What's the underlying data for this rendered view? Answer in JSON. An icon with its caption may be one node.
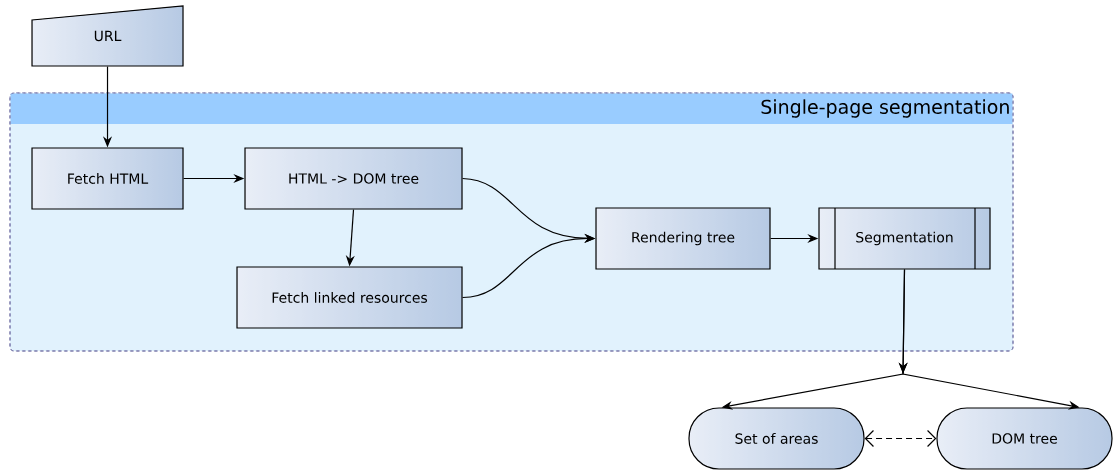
{
  "diagram": {
    "nodes": [
      {
        "text": [
          "URL"
        ]
      },
      {
        "text": [
          "Single-page segmentation"
        ]
      },
      {
        "text": [
          "Fetch HTML"
        ],
        "in": 1
      },
      {
        "text": [
          "HTML -> DOM tree"
        ],
        "in": 1
      },
      {
        "text": [
          "Fetch linked resources"
        ],
        "in": 1
      },
      {
        "text": [
          "Rendering tree"
        ],
        "in": 1
      },
      {
        "text": [
          "Segmentation"
        ],
        "in": 1
      },
      {
        "text": [
          "Set of areas"
        ]
      },
      {
        "text": [
          "DOM tree"
        ]
      }
    ],
    "edges": [
      {
        "from": 0,
        "to": 2,
        "arrow": "to"
      },
      {
        "from": 2,
        "to": 3,
        "arrow": "to"
      },
      {
        "from": 3,
        "to": 4,
        "arrow": "to"
      },
      {
        "from": 3,
        "to": 5,
        "arrow": "to"
      },
      {
        "from": 4,
        "to": 5,
        "arrow": "to"
      },
      {
        "from": 5,
        "to": 6,
        "arrow": "to"
      },
      {
        "from": 6,
        "to": 7,
        "arrow": "to"
      },
      {
        "from": 6,
        "to": 8,
        "arrow": "to"
      },
      {
        "from": 7,
        "to": 8,
        "arrow": "both",
        "style": "dashed"
      }
    ]
  }
}
